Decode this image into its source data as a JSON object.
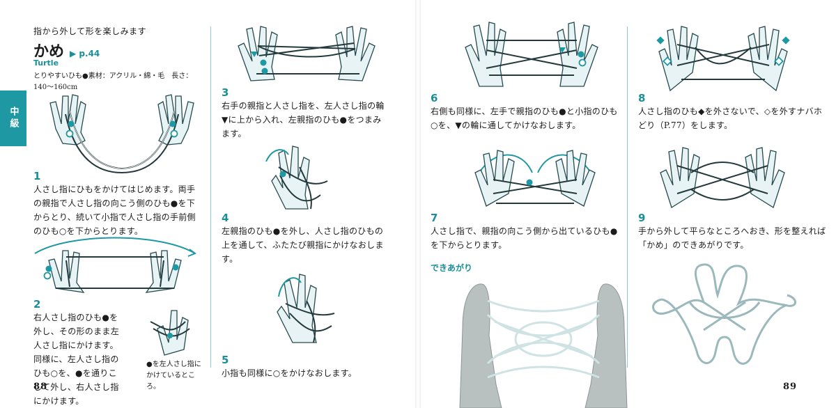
{
  "header": {
    "subtitle": "指から外して形を楽しみます",
    "title": "かめ",
    "page_ref": "▶ p.44",
    "english": "Turtle",
    "material": "とりやすいひも●素材：アクリル・綿・毛　長さ：140〜160cm"
  },
  "tab": {
    "label": "中級"
  },
  "steps": [
    {
      "num": "1",
      "text": "人さし指にひもをかけてはじめます。両手の親指で人さし指の向こう側のひも●を下からとり、続いて小指で人さし指の手前側のひも○を下からとります。"
    },
    {
      "num": "2",
      "text": "右人さし指のひも●を外し、その形のまま左人さし指にかけます。同様に、左人さし指のひも○を、●を通りこして外し、右人さし指にかけます。"
    },
    {
      "num": "3",
      "text": "右手の親指と人さし指を、左人さし指の輪▼に上から入れ、左親指のひも●をつまみます。"
    },
    {
      "num": "4",
      "text": "左親指のひも●を外し、人さし指のひもの上を通して、ふたたび親指にかけなおします。"
    },
    {
      "num": "5",
      "text": "小指も同様に○をかけなおします。"
    },
    {
      "num": "6",
      "text": "右側も同様に、左手で親指のひも●と小指のひも○を、▼の輪に通してかけなおします。"
    },
    {
      "num": "7",
      "text": "人さし指で、親指の向こう側から出ているひも●を下からとります。"
    },
    {
      "num": "8",
      "text": "人さし指のひも◆を外さないで、◇を外すナバホどり（P.77）をします。"
    },
    {
      "num": "9",
      "text": "手から外して平らなところへおき、形を整えれば「かめ」のできあがりです。"
    }
  ],
  "note": "●を左人さし指にかけているところ。",
  "done_label": "できあがり",
  "page_numbers": {
    "left": "88",
    "right": "89"
  },
  "colors": {
    "accent": "#1e98a2",
    "ink": "#1b1b1b"
  }
}
